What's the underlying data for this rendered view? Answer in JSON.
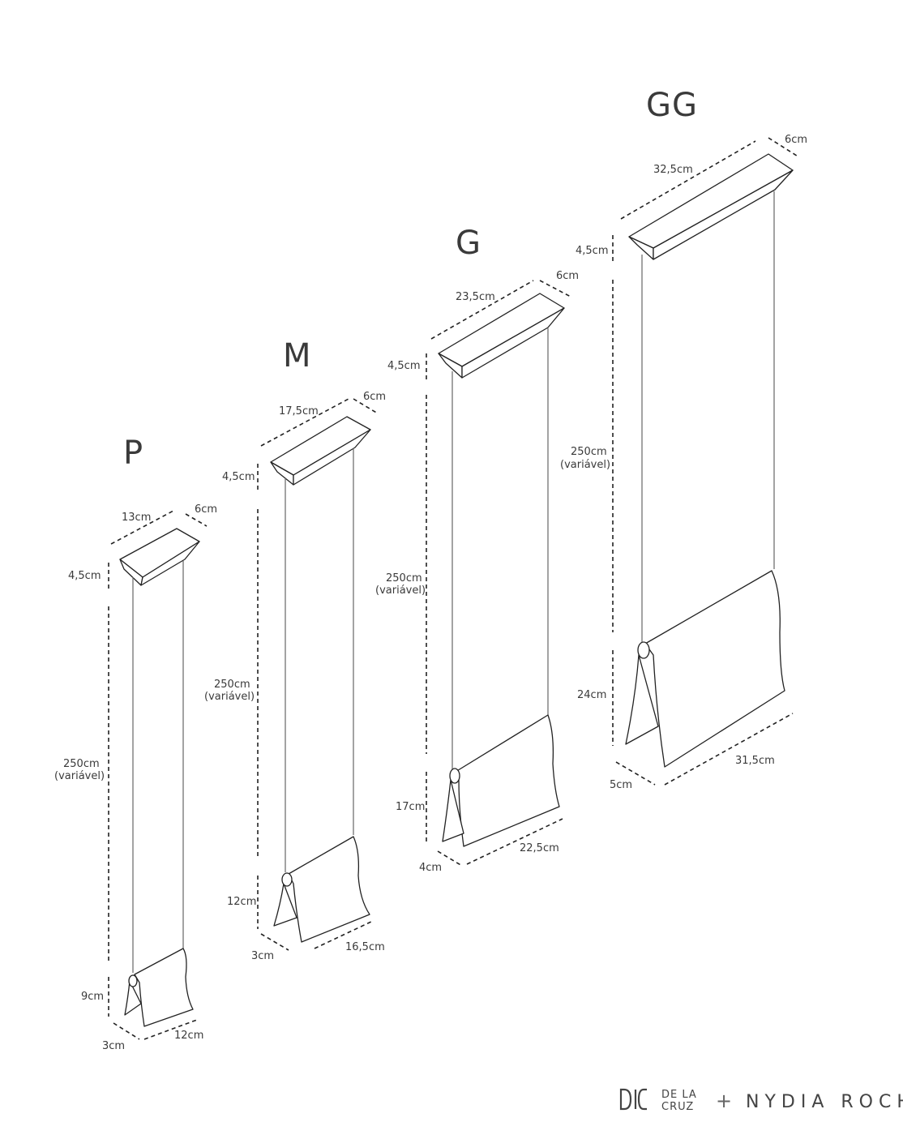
{
  "sizes": {
    "p": {
      "label": "P",
      "width": "13cm",
      "depth": "6cm",
      "height": "4,5cm",
      "cable": "250cm",
      "cable_note": "(variável)",
      "shade_height": "9cm",
      "shade_depth": "3cm",
      "shade_width": "12cm"
    },
    "m": {
      "label": "M",
      "width": "17,5cm",
      "depth": "6cm",
      "height": "4,5cm",
      "cable": "250cm",
      "cable_note": "(variável)",
      "shade_height": "12cm",
      "shade_depth": "3cm",
      "shade_width": "16,5cm"
    },
    "g": {
      "label": "G",
      "width": "23,5cm",
      "depth": "6cm",
      "height": "4,5cm",
      "cable": "250cm",
      "cable_note": "(variável)",
      "shade_height": "17cm",
      "shade_depth": "4cm",
      "shade_width": "22,5cm"
    },
    "gg": {
      "label": "GG",
      "width": "32,5cm",
      "depth": "6cm",
      "height": "4,5cm",
      "cable": "250cm",
      "cable_note": "(variável)",
      "shade_height": "24cm",
      "shade_depth": "5cm",
      "shade_width": "31,5cm"
    }
  },
  "footer": {
    "brand1_line1": "DE LA",
    "brand1_line2": "CRUZ",
    "plus": "+",
    "brand2": "NYDIA ROCHA"
  }
}
